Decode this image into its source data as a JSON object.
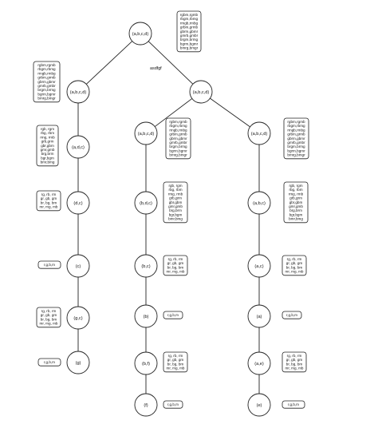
{
  "diagram": {
    "edge_label": "asdfgf",
    "nodes": [
      {
        "id": "n0",
        "label": "(a,b,c,d)",
        "parent": null
      },
      {
        "id": "n1",
        "label": "(a,b,c,d)",
        "parent": "n0"
      },
      {
        "id": "n2",
        "label": "(a,b,c,d)",
        "parent": "n0"
      },
      {
        "id": "n3",
        "label": "(a,d,c)",
        "parent": "n1"
      },
      {
        "id": "n4",
        "label": "(d,c)",
        "parent": "n3"
      },
      {
        "id": "n5",
        "label": "(c)",
        "parent": "n4"
      },
      {
        "id": "n6",
        "label": "(g,c)",
        "parent": "n5"
      },
      {
        "id": "n7",
        "label": "(g)",
        "parent": "n6"
      },
      {
        "id": "n8",
        "label": "(a,b,c,d)",
        "parent": "n2"
      },
      {
        "id": "n9",
        "label": "(b,d,c)",
        "parent": "n8"
      },
      {
        "id": "n10",
        "label": "(b,c)",
        "parent": "n9"
      },
      {
        "id": "n11",
        "label": "(b)",
        "parent": "n10"
      },
      {
        "id": "n12",
        "label": "(b,f)",
        "parent": "n11"
      },
      {
        "id": "n13",
        "label": "(f)",
        "parent": "n12"
      },
      {
        "id": "n14",
        "label": "(a,b,c,d)",
        "parent": "n2"
      },
      {
        "id": "n15",
        "label": "(a,b,c)",
        "parent": "n14"
      },
      {
        "id": "n16",
        "label": "(a,c)",
        "parent": "n15"
      },
      {
        "id": "n17",
        "label": "(a)",
        "parent": "n16"
      },
      {
        "id": "n18",
        "label": "(a,e)",
        "parent": "n17"
      },
      {
        "id": "n19",
        "label": "(e)",
        "parent": "n18"
      }
    ],
    "boxes": [
      {
        "node": "n0",
        "lines": [
          "rgbm,rgmb",
          "rbgm,rbmg",
          "rmgb,rmbg",
          "grbm,grmb",
          "gbrm,gbmr",
          "gmrb,gmbr",
          "brgm,brmg",
          "bgrm,bgmr",
          "bmrg,bmgr"
        ]
      },
      {
        "node": "n1",
        "lines": [
          "rgbm,rgmb",
          "rbgm,rbmg",
          "rmgb,rmbg",
          "grbm,grmb",
          "gbrm,gbmr",
          "gmrb,gmbr",
          "brgm,brmg",
          "bgrm,bgmr",
          "bmrg,bmgr"
        ]
      },
      {
        "node": "n3",
        "lines": [
          "rgb, rgm",
          "rbg, rbm",
          "rmg, rmb",
          "grb,grm",
          "gbr,gbm",
          "gmr,gmb",
          "brg,brm",
          "bgr,bgm",
          "bmr,bmg"
        ]
      },
      {
        "node": "n4",
        "lines": [
          "rg, rb, rm",
          "gr, gb, gm",
          "br, bg, bm",
          "mr, mg, mb"
        ]
      },
      {
        "node": "n5",
        "lines": [
          "r,g,b,m"
        ]
      },
      {
        "node": "n6",
        "lines": [
          "rg, rb, rm",
          "gr, gb, gm",
          "br, bg, bm",
          "mr, mg, mb"
        ]
      },
      {
        "node": "n7",
        "lines": [
          "r,g,b,m"
        ]
      },
      {
        "node": "n8",
        "lines": [
          "rgbm,rgmb",
          "rbgm,rbmg",
          "rmgb,rmbg",
          "grbm,grmb",
          "gbrm,gbmr",
          "gmrb,gmbr",
          "brgm,brmg",
          "bgrm,bgmr",
          "bmrg,bmgr"
        ]
      },
      {
        "node": "n9",
        "lines": [
          "rgb, rgm",
          "rbg, rbm",
          "rmg, rmb",
          "grb,grm",
          "gbr,gbm",
          "gmr,gmb",
          "brg,brm",
          "bgr,bgm",
          "bmr,bmg"
        ]
      },
      {
        "node": "n10",
        "lines": [
          "rg, rb, rm",
          "gr, gb, gm",
          "br, bg, bm",
          "mr, mg, mb"
        ]
      },
      {
        "node": "n11",
        "lines": [
          "r,g,b,m"
        ]
      },
      {
        "node": "n12",
        "lines": [
          "rg, rb, rm",
          "gr, gb, gm",
          "br, bg, bm",
          "mr, mg, mb"
        ]
      },
      {
        "node": "n13",
        "lines": [
          "r,g,b,m"
        ]
      },
      {
        "node": "n14",
        "lines": [
          "rgbm,rgmb",
          "rbgm,rbmg",
          "rmgb,rmbg",
          "grbm,grmb",
          "gbrm,gbmr",
          "gmrb,gmbr",
          "brgm,brmg",
          "bgrm,bgmr",
          "bmrg,bmgr"
        ]
      },
      {
        "node": "n15",
        "lines": [
          "rgb, rgm",
          "rbg, rbm",
          "rmg, rmb",
          "grb,grm",
          "gbr,gbm",
          "gmr,gmb",
          "brg,brm",
          "bgr,bgm",
          "bmr,bmg"
        ]
      },
      {
        "node": "n16",
        "lines": [
          "rg, rb, rm",
          "gr, gb, gm",
          "br, bg, bm",
          "mr, mg, mb"
        ]
      },
      {
        "node": "n17",
        "lines": [
          "r,g,b,m"
        ]
      },
      {
        "node": "n18",
        "lines": [
          "rg, rb, rm",
          "gr, gb, gm",
          "br, bg, bm",
          "mr, mg, mb"
        ]
      },
      {
        "node": "n19",
        "lines": [
          "r,g,b,m"
        ]
      }
    ]
  }
}
